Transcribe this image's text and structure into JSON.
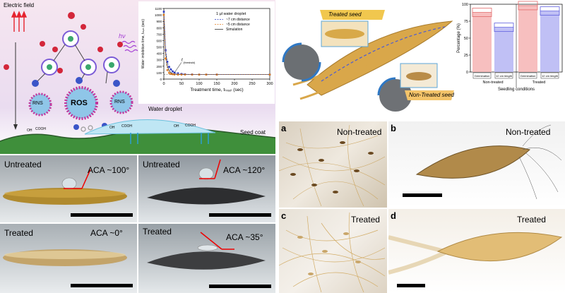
{
  "top_left": {
    "electric_field": "Electric field",
    "hv": "hν",
    "ros": "ROS",
    "rns": "RNS",
    "water_droplet": "Water droplet",
    "seed_coat": "Seed coat",
    "oh": "OH",
    "cooh": "COOH"
  },
  "inset_chart": {
    "ylabel": "Water imbibition time, tₘᵢₘ (sec)",
    "xlabel": "Treatment time, tₜᵣₑₐₜ (sec)",
    "legend_title": "1 μl water droplet",
    "legend": [
      "~7 cm distance",
      "~5 cm distance",
      "Simulation"
    ],
    "threshold_label": "t",
    "threshold_sub": "(threshold)",
    "xticks": [
      "0",
      "50",
      "100",
      "150",
      "200",
      "250",
      "300"
    ],
    "yticks": [
      "0",
      "100",
      "200",
      "300",
      "400",
      "500",
      "600",
      "700",
      "800",
      "900",
      "1000",
      "1100"
    ]
  },
  "seed_panels": {
    "untreated_1": "Untreated",
    "untreated_2": "Untreated",
    "treated_1": "Treated",
    "treated_2": "Treated",
    "aca_1": "ACA ~100°",
    "aca_2": "ACA ~120°",
    "aca_3": "ACA ~0°",
    "aca_4": "ACA ~35°"
  },
  "top_right": {
    "treated_seed": "Treated seed",
    "nontreated_seed": "Non-Treated seed"
  },
  "bar_chart": {
    "ylabel": "Percentage (%)",
    "xlabel": "Seedling conditions",
    "group_labels": [
      "Non-treated",
      "Treated"
    ],
    "bar_labels": [
      "Germination",
      "12 cm length",
      "Germination",
      "12 cm length"
    ],
    "yticks": [
      "0",
      "25",
      "50",
      "75",
      "100"
    ]
  },
  "chart_data": [
    {
      "type": "scatter",
      "x": [
        0,
        5,
        10,
        15,
        20,
        25,
        30,
        40,
        50,
        60,
        80,
        100,
        120,
        150,
        300
      ],
      "series": [
        {
          "name": "~7 cm distance",
          "values": [
            1050,
            450,
            270,
            190,
            150,
            120,
            100,
            90,
            80,
            75,
            72,
            70,
            70,
            70,
            70
          ]
        },
        {
          "name": "~5 cm distance",
          "values": [
            1000,
            320,
            140,
            95,
            80,
            75,
            72,
            70,
            70,
            70,
            70,
            70,
            70,
            70,
            70
          ]
        },
        {
          "name": "Simulation",
          "values": [
            1050,
            420,
            200,
            130,
            100,
            85,
            78,
            72,
            70,
            70,
            70,
            70,
            70,
            70,
            70
          ]
        }
      ],
      "xlabel": "Treatment time, tₜᵣₑₐₜ (sec)",
      "ylabel": "Water imbibition time, tₘᵢₘ (sec)",
      "xlim": [
        0,
        300
      ],
      "ylim": [
        0,
        1100
      ]
    },
    {
      "type": "bar",
      "categories": [
        "Germination",
        "12 cm length",
        "Germination",
        "12 cm length"
      ],
      "values": [
        88,
        66,
        98,
        90
      ],
      "xlabel": "Seedling conditions",
      "ylabel": "Percentage (%)",
      "ylim": [
        0,
        100
      ]
    }
  ],
  "bottom_right": {
    "label_a": "a",
    "label_b": "b",
    "label_c": "c",
    "label_d": "d",
    "nontreated_a": "Non-treated",
    "nontreated_b": "Non-treated",
    "treated_c": "Treated",
    "treated_d": "Treated"
  }
}
